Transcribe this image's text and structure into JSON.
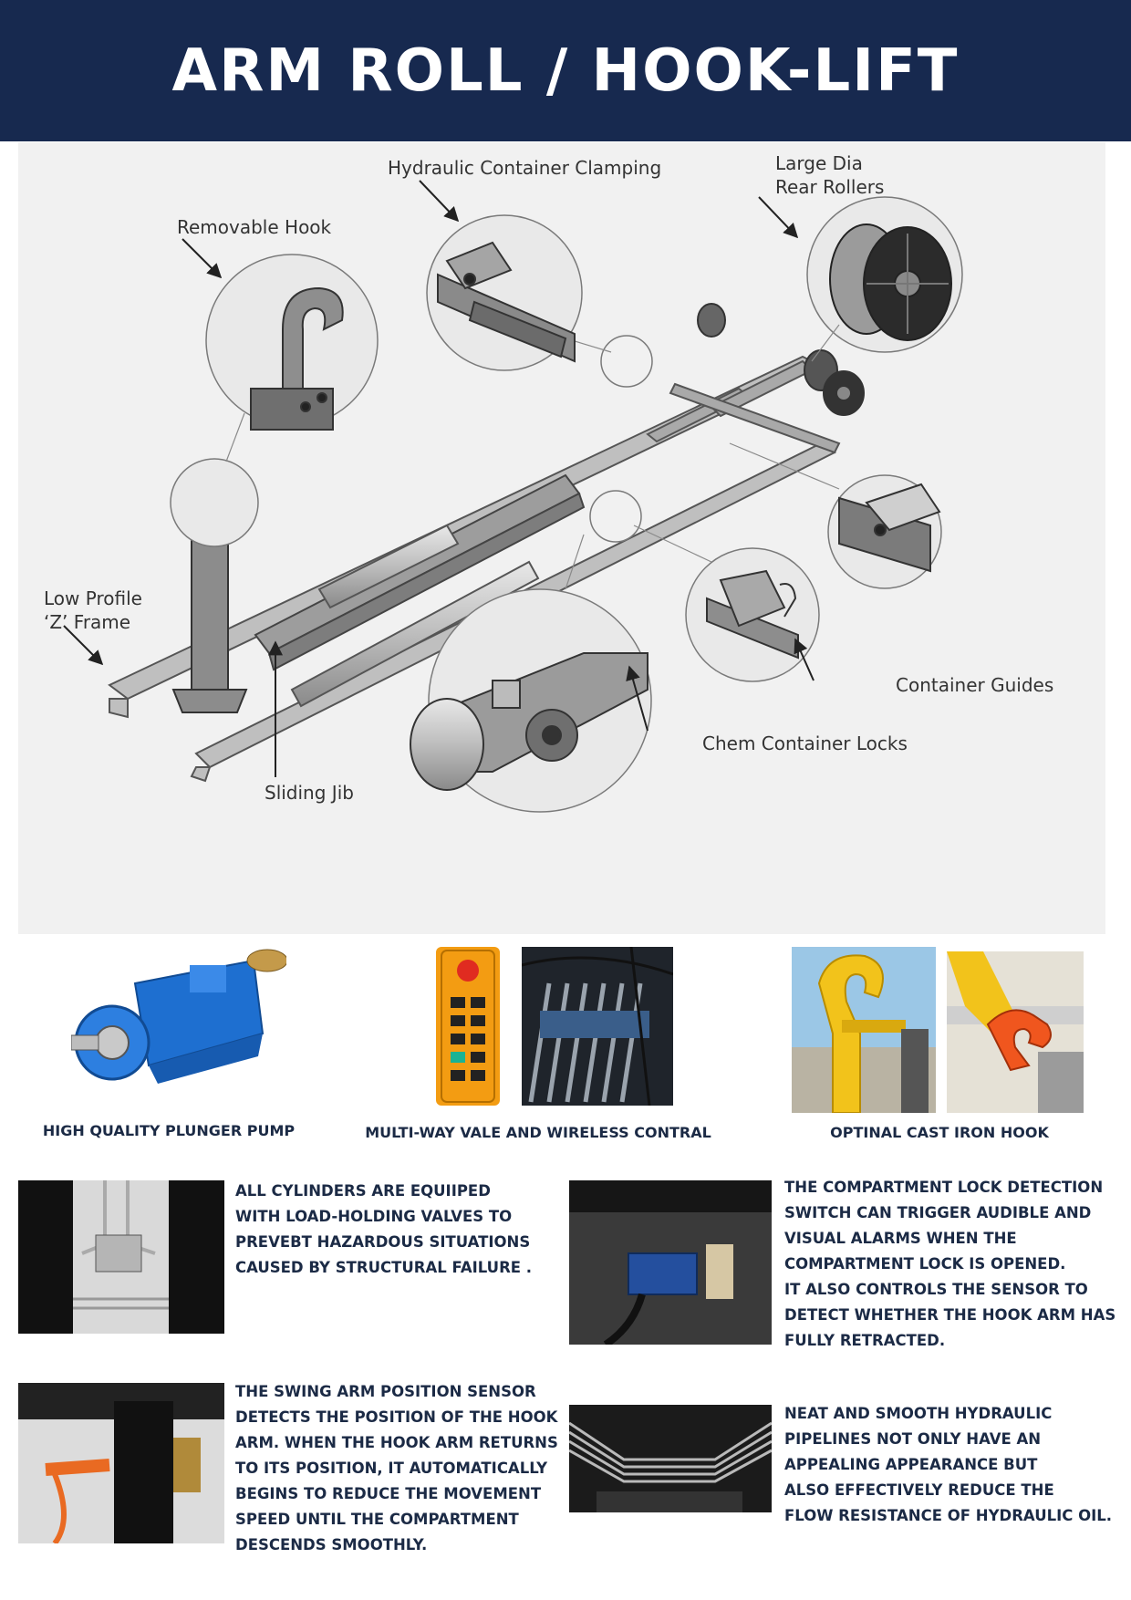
{
  "header": {
    "title": "ARM ROLL / HOOK-LIFT"
  },
  "diagram": {
    "callouts": {
      "hydraulic_clamping": "Hydraulic Container Clamping",
      "rollers_line1": "Large Dia",
      "rollers_line2": "Rear Rollers",
      "removable_hook": "Removable Hook",
      "frame_line1": "Low Profile",
      "frame_line2": "‘Z’ Frame",
      "container_guides": "Container Guides",
      "container_locks": "Chem Container Locks",
      "sliding_jib": "Sliding Jib"
    }
  },
  "features": {
    "pump_caption": "HIGH QUALITY PLUNGER PUMP",
    "valve_caption": "MULTI-WAY VALE AND WIRELESS CONTRAL",
    "hook_caption": "OPTINAL CAST IRON HOOK"
  },
  "details": {
    "cylinders": [
      "ALL CYLINDERS ARE EQUIIPED",
      "WITH LOAD-HOLDING VALVES TO",
      "PREVEBT HAZARDOUS SITUATIONS",
      "CAUSED BY STRUCTURAL FAILURE ."
    ],
    "lock_detection": [
      "THE COMPARTMENT LOCK DETECTION",
      "SWITCH CAN TRIGGER AUDIBLE AND",
      "VISUAL ALARMS WHEN THE",
      "COMPARTMENT LOCK IS OPENED.",
      "IT ALSO CONTROLS THE SENSOR TO",
      "DETECT WHETHER THE HOOK ARM HAS",
      "FULLY RETRACTED."
    ],
    "swing_sensor": [
      "THE SWING ARM POSITION SENSOR",
      "DETECTS THE POSITION OF THE HOOK",
      "ARM. WHEN THE HOOK ARM RETURNS",
      "TO ITS POSITION, IT AUTOMATICALLY",
      "BEGINS TO REDUCE THE MOVEMENT",
      "SPEED UNTIL THE COMPARTMENT",
      "DESCENDS SMOOTHLY."
    ],
    "pipelines": [
      "NEAT AND SMOOTH HYDRAULIC",
      "PIPELINES NOT ONLY HAVE AN",
      "APPEALING APPEARANCE BUT",
      "ALSO EFFECTIVELY REDUCE THE",
      "FLOW RESISTANCE OF HYDRAULIC OIL."
    ]
  },
  "colors": {
    "header_bg": "#17294f",
    "pump_blue": "#1e6fd0",
    "remote_orange": "#f39c12",
    "hook_yellow": "#f2c31b",
    "hook_orange": "#f0561e"
  }
}
